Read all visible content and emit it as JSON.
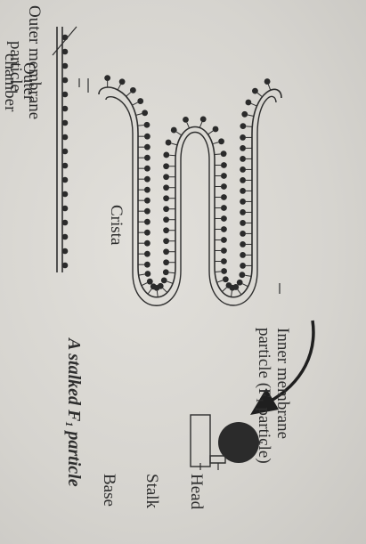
{
  "labels": {
    "outer_membrane_line1": "Outer membrane",
    "outer_membrane_line2": "particle",
    "outer_chamber_line1": "Outer",
    "outer_chamber_line2": "chamber",
    "crista": "Crista",
    "inner_membrane_line1": "Inner membrane",
    "inner_membrane_line2a": "particle (F",
    "inner_membrane_sub": "1",
    "inner_membrane_line2b": " particle)",
    "head": "Head",
    "stalk": "Stalk",
    "base": "Base",
    "caption_a": "A stalked F",
    "caption_sub": "1",
    "caption_b": " particle"
  },
  "colors": {
    "ink": "#2e2e2e",
    "particle": "#2b2b2b",
    "background": "#d9d7d2"
  }
}
